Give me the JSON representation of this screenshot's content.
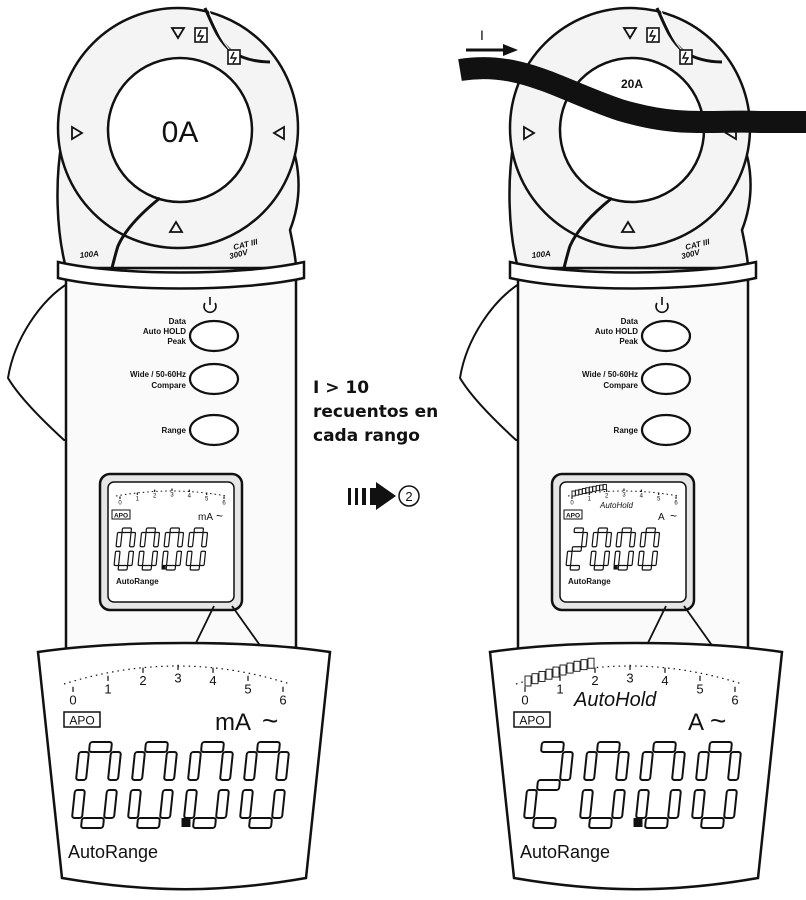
{
  "colors": {
    "ink": "#111111",
    "screen_bg": "#ffffff",
    "body": "#f7f7f7"
  },
  "left_meter": {
    "jaw_reading": "0A",
    "cat_rating": "CAT III",
    "cat_voltage": "300V",
    "jaw_rating": "100A",
    "buttons": [
      {
        "label_lines": [
          "Data",
          "Auto HOLD",
          "Peak"
        ],
        "icon": "power-icon"
      },
      {
        "label_lines": [
          "Wide / 50-60Hz",
          "Compare"
        ]
      },
      {
        "label_lines": [
          "Range"
        ]
      }
    ],
    "small_display": {
      "badge": "APO",
      "unit": "mA",
      "ac": "~",
      "digits": "00.00",
      "mode": "AutoRange"
    },
    "zoom_display": {
      "scale_labels": [
        "0",
        "1",
        "2",
        "3",
        "4",
        "5",
        "6"
      ],
      "badge": "APO",
      "unit": "mA",
      "ac": "~",
      "digits": "00.00",
      "mode": "AutoRange",
      "bar_fraction": 0.0
    }
  },
  "right_meter": {
    "current_label": "I",
    "jaw_reading": "20A",
    "cat_rating": "CAT III",
    "cat_voltage": "300V",
    "jaw_rating": "100A",
    "buttons": [
      {
        "label_lines": [
          "Data",
          "Auto HOLD",
          "Peak"
        ],
        "icon": "power-icon"
      },
      {
        "label_lines": [
          "Wide / 50-60Hz",
          "Compare"
        ]
      },
      {
        "label_lines": [
          "Range"
        ]
      }
    ],
    "small_display": {
      "badge": "APO",
      "unit": "A",
      "ac": "~",
      "digits": "20.00",
      "hold": "AutoHold",
      "mode": "AutoRange"
    },
    "zoom_display": {
      "scale_labels": [
        "0",
        "1",
        "2",
        "3",
        "4",
        "5",
        "6"
      ],
      "badge": "APO",
      "unit": "A",
      "ac": "~",
      "digits": "20.00",
      "hold": "AutoHold",
      "mode": "AutoRange",
      "bar_fraction": 0.33
    }
  },
  "middle": {
    "lines": [
      "I > 10",
      "recuentos en",
      "cada rango"
    ],
    "step": "②"
  }
}
